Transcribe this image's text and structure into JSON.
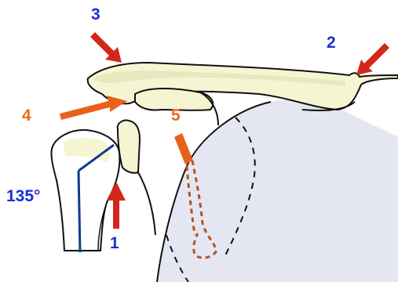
{
  "labels": {
    "l1": "1",
    "l2": "2",
    "l3": "3",
    "l4": "4",
    "l5": "5",
    "angle": "135°"
  },
  "colors": {
    "blue_label": "#1a2fd6",
    "orange_label": "#ef6a1c",
    "red_arrow": "#d3271c",
    "orange_arrow": "#e8611a",
    "bone_fill": "#f6f5d2",
    "bone_shadow": "#dfe3b4",
    "scapula_fill": "#e4e7f2",
    "outline": "#111111",
    "axis_line": "#103b8a",
    "dotted_brown": "#b3541e"
  },
  "icons": {
    "arrow_1": "red-arrow-icon",
    "arrow_2": "red-arrow-icon",
    "arrow_3": "red-arrow-icon",
    "arrow_4": "orange-arrow-icon",
    "arrow_5": "orange-bar-icon"
  }
}
